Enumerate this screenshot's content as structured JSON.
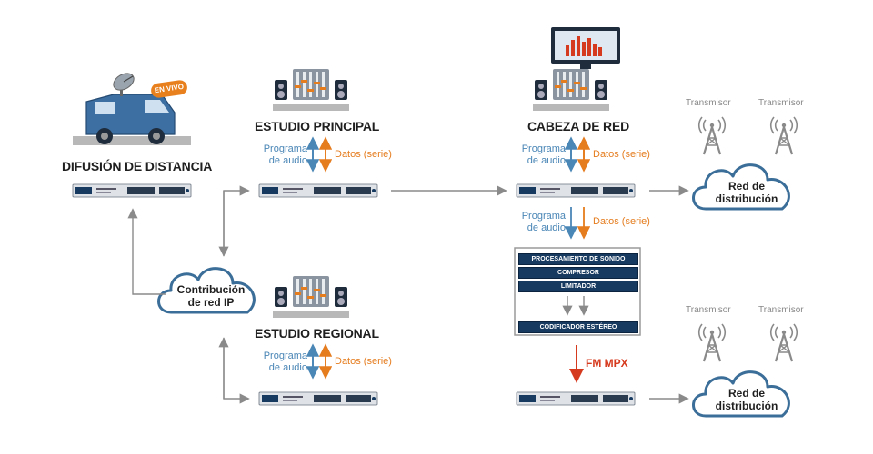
{
  "nodes": {
    "remote_title": "DIFUSIÓN DE DISTANCIA",
    "live_badge": "EN VIVO",
    "main_studio_title": "ESTUDIO PRINCIPAL",
    "headend_title": "CABEZA DE RED",
    "regional_studio_title": "ESTUDIO REGIONAL",
    "ip_cloud": [
      "Contribución",
      "de red IP"
    ],
    "dist_cloud_top": [
      "Red de",
      "distribución"
    ],
    "dist_cloud_bottom": [
      "Red de",
      "distribución"
    ]
  },
  "links": {
    "audio_program": [
      "Programa",
      "de audio"
    ],
    "serial_data": "Datos (serie)",
    "fm_mpx": "FM MPX"
  },
  "transmitters": {
    "label": "Transmisor"
  },
  "processing": {
    "sound_processing": "PROCESAMIENTO DE SONIDO",
    "compressor": "COMPRESOR",
    "limiter": "LIMITADOR",
    "stereo_encoder": "CODIFICADOR ESTÉREO"
  },
  "colors": {
    "audio_arrow": "#4a86b6",
    "data_arrow": "#e57c1e",
    "mpx_arrow": "#d63a1e",
    "connector": "#8a8a8a",
    "cloud_stroke": "#3b6e98",
    "rack_unit": "#173a60",
    "transmitter": "#8a8a8a"
  }
}
